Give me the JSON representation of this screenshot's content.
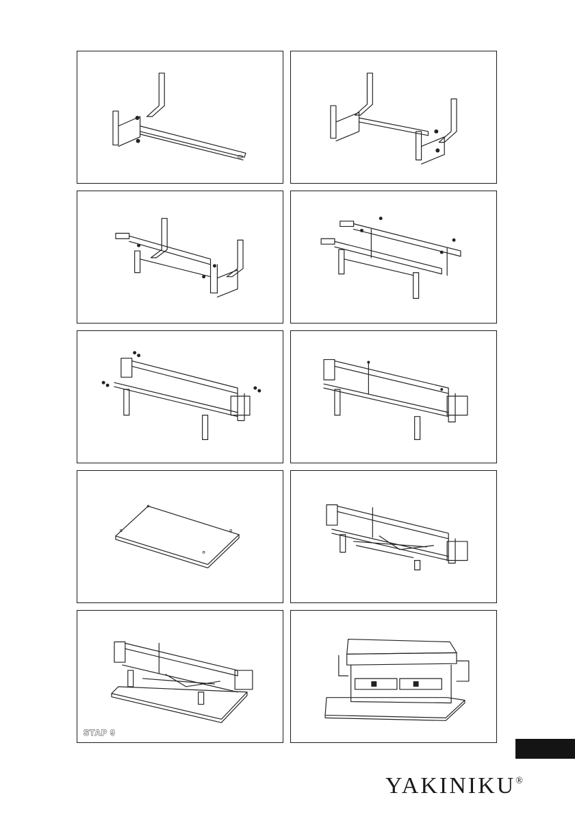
{
  "panels": [
    {
      "id": 1,
      "illustration": "bracket-and-flat-bar-icon"
    },
    {
      "id": 2,
      "illustration": "two-brackets-joined-icon"
    },
    {
      "id": 3,
      "illustration": "side-rail-attached-icon"
    },
    {
      "id": 4,
      "illustration": "second-side-rail-icon"
    },
    {
      "id": 5,
      "illustration": "handles-and-screws-icon"
    },
    {
      "id": 6,
      "illustration": "frame-with-handles-icon"
    },
    {
      "id": 7,
      "illustration": "base-plate-icon"
    },
    {
      "id": 8,
      "illustration": "frame-with-grate-bars-icon"
    },
    {
      "id": 9,
      "illustration": "frame-on-base-plate-icon",
      "label": "STAP 9"
    },
    {
      "id": 10,
      "illustration": "complete-grill-icon"
    }
  ],
  "page_tab": {
    "color": "#141414"
  },
  "brand": {
    "name": "YAKINIKU",
    "mark": "®"
  }
}
